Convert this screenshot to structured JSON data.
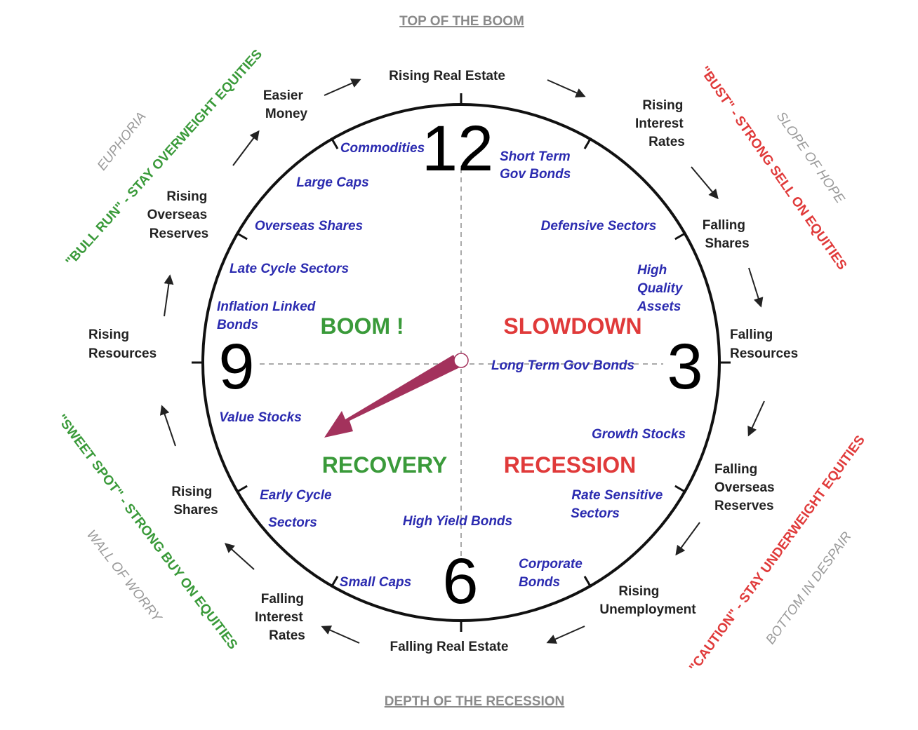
{
  "colors": {
    "green": "#3a9a3a",
    "red": "#e03a3a",
    "blue": "#2b2bb0",
    "gray": "#8a8a8a",
    "arrow": "#a3325c"
  },
  "edges": {
    "top": "TOP OF THE BOOM",
    "bottom": "DEPTH OF THE RECESSION"
  },
  "numerals": {
    "twelve": "12",
    "three": "3",
    "six": "6",
    "nine": "9"
  },
  "phases": {
    "boom": "BOOM !",
    "slowdown": "SLOWDOWN",
    "recovery": "RECOVERY",
    "recession": "RECESSION"
  },
  "outer": {
    "rising_real_estate": "Rising Real Estate",
    "rising_interest_rates": [
      "Rising",
      "Interest",
      "Rates"
    ],
    "falling_shares": [
      "Falling",
      "Shares"
    ],
    "falling_resources": [
      "Falling",
      "Resources"
    ],
    "falling_overseas_reserves": [
      "Falling",
      "Overseas",
      "Reserves"
    ],
    "rising_unemployment": [
      "Rising",
      "Unemployment"
    ],
    "falling_real_estate": "Falling Real Estate",
    "falling_interest_rates": [
      "Falling",
      "Interest",
      "Rates"
    ],
    "rising_shares": [
      "Rising",
      "Shares"
    ],
    "rising_resources": [
      "Rising",
      "Resources"
    ],
    "rising_overseas_reserves": [
      "Rising",
      "Overseas",
      "Reserves"
    ],
    "easier_money": [
      "Easier",
      "Money"
    ]
  },
  "inner": {
    "commodities": "Commodities",
    "short_term_gov_bonds": [
      "Short Term",
      "Gov Bonds"
    ],
    "large_caps": "Large Caps",
    "overseas_shares": "Overseas Shares",
    "defensive_sectors": "Defensive Sectors",
    "late_cycle_sectors": "Late Cycle Sectors",
    "high_quality_assets": [
      "High",
      "Quality",
      "Assets"
    ],
    "inflation_linked_bonds": [
      "Inflation Linked",
      "Bonds"
    ],
    "long_term_gov_bonds": "Long Term Gov Bonds",
    "value_stocks": "Value Stocks",
    "growth_stocks": "Growth Stocks",
    "early_cycle_sectors": [
      "Early Cycle",
      "Sectors"
    ],
    "rate_sensitive_sectors": [
      "Rate Sensitive",
      "Sectors"
    ],
    "high_yield_bonds": "High Yield Bonds",
    "corporate_bonds": [
      "Corporate",
      "Bonds"
    ],
    "small_caps": "Small Caps"
  },
  "diagonals": {
    "bull_run": "\"BULL RUN\" - STAY OVERWEIGHT EQUITIES",
    "bust": "\"BUST\" - STRONG SELL ON EQUITIES",
    "sweet_spot": "\"SWEET SPOT\" - STRONG BUY ON EQUITIES",
    "caution": "\"CAUTION\" - STAY UNDERWEIGHT EQUITIES"
  },
  "moods": {
    "euphoria": "EUPHORIA",
    "slope_of_hope": "SLOPE OF HOPE",
    "wall_of_worry": "WALL OF WORRY",
    "bottom_in_despair": "BOTTOM IN DESPAIR"
  }
}
